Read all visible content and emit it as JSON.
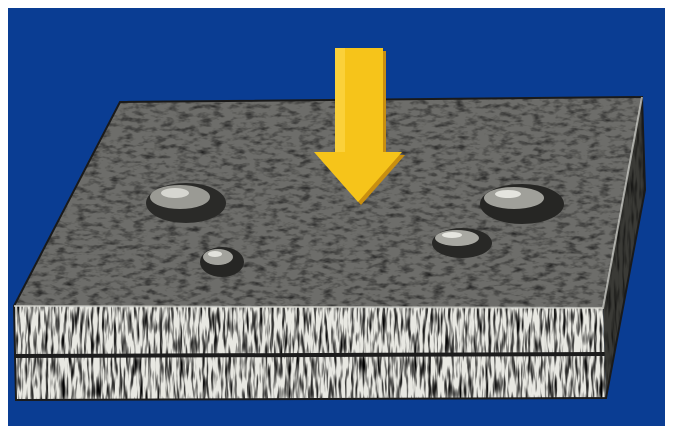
{
  "illustration": {
    "background_color": "#0a3d93",
    "frame_color": "#ffffff",
    "slab_surface_color": "#5c5c58",
    "slab_dark_color": "#1c1c1c",
    "slab_light_color": "#e8e8e2",
    "arrow_color": "#f6c41a",
    "arrow_shadow_color": "#c98f10",
    "arrow_direction": "down",
    "surface_features": [
      "blob-left",
      "blob-center-left",
      "blob-center-right",
      "blob-right"
    ]
  }
}
